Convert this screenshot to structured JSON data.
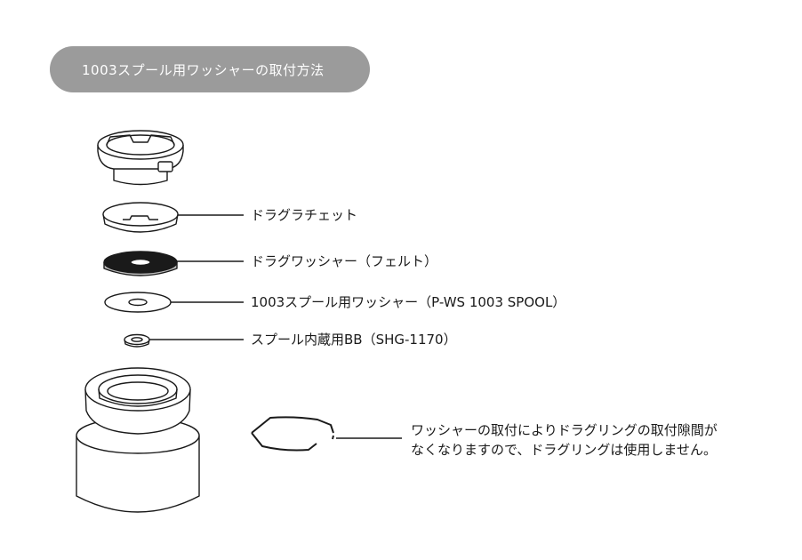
{
  "title": "1003スプール用ワッシャーの取付方法",
  "parts": [
    {
      "key": "drag-ratchet",
      "label": "ドラグラチェット"
    },
    {
      "key": "drag-washer-felt",
      "label": "ドラグワッシャー（フェルト）"
    },
    {
      "key": "spool-washer",
      "label": "1003スプール用ワッシャー（P-WS 1003 SPOOL）"
    },
    {
      "key": "spool-bearing",
      "label": "スプール内蔵用BB（SHG-1170）"
    }
  ],
  "note": {
    "line1": "ワッシャーの取付によりドラグリングの取付隙間が",
    "line2": "なくなりますので、ドラグリングは使用しません。"
  },
  "colors": {
    "pill": "#9b9b9b",
    "felt": "#1a1a1a",
    "line": "#1a1a1a"
  }
}
